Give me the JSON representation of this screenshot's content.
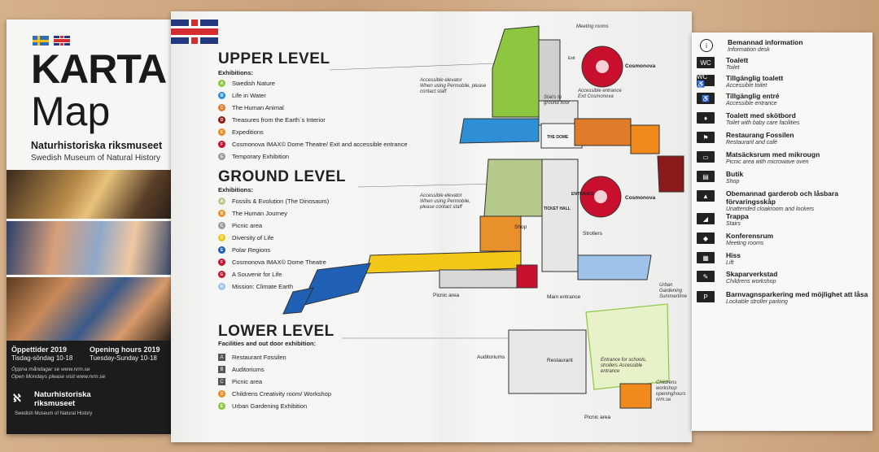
{
  "cover": {
    "title1": "KARTA",
    "title2": "Map",
    "museum_sv": "Naturhistoriska riksmuseet",
    "museum_en": "Swedish Museum of Natural History",
    "hours_sv_title": "Öppettider 2019",
    "hours_sv": "Tisdag-söndag 10-18",
    "hours_en_title": "Opening hours 2019",
    "hours_en": "Tuesday-Sunday 10-18",
    "note_sv": "Öppna måndagar se www.nrm.se",
    "note_en": "Open Mondays please visit www.nrm.se",
    "logo1": "Naturhistoriska",
    "logo2": "riksmuseet",
    "logo3": "Swedish Museum of Natural History"
  },
  "upper": {
    "title": "UPPER LEVEL",
    "sub": "Exhibitions:",
    "items": [
      {
        "code": "A",
        "color": "#8dc63f",
        "label": "Swedish Nature"
      },
      {
        "code": "B",
        "color": "#2e8fd6",
        "label": "Life in Water"
      },
      {
        "code": "C",
        "color": "#e07b2a",
        "label": "The Human Animal"
      },
      {
        "code": "D",
        "color": "#8b1a1a",
        "label": "Treasures from the Earth´s Interior"
      },
      {
        "code": "E",
        "color": "#f08a1c",
        "label": "Expeditions"
      },
      {
        "code": "F",
        "color": "#c8102e",
        "label": "Cosmonova IMAX© Dome Theatre/ Exit and accessible entrance"
      },
      {
        "code": "G",
        "color": "#9a9a9a",
        "label": "Temporary Exhibition"
      }
    ]
  },
  "ground": {
    "title": "GROUND LEVEL",
    "sub": "Exhibitions:",
    "items": [
      {
        "code": "A",
        "color": "#b5c98a",
        "label": "Fossils & Evolution (The Dinosaurs)"
      },
      {
        "code": "B",
        "color": "#e8912a",
        "label": "The Human Journey"
      },
      {
        "code": "C",
        "color": "#9a9a9a",
        "label": "Picnic area"
      },
      {
        "code": "D",
        "color": "#f2c718",
        "label": "Diversity of Life"
      },
      {
        "code": "E",
        "color": "#1f5fb4",
        "label": "Polar Regions"
      },
      {
        "code": "F",
        "color": "#c8102e",
        "label": "Cosmonova IMAX© Dome Theatre"
      },
      {
        "code": "G",
        "color": "#c8102e",
        "label": "A Souvenir for Life"
      },
      {
        "code": "H",
        "color": "#9fc2e8",
        "label": "Mission: Climate Earth"
      }
    ]
  },
  "lower": {
    "title": "LOWER LEVEL",
    "sub": "Facilities and out door exhibition:",
    "items": [
      {
        "code": "A",
        "color": "#9a9a9a",
        "label": "Restaurant Fossilen"
      },
      {
        "code": "B",
        "color": "#9a9a9a",
        "label": "Auditoriums"
      },
      {
        "code": "C",
        "color": "#9a9a9a",
        "label": "Picnic area"
      },
      {
        "code": "D",
        "color": "#f08a1c",
        "label": "Childrens Creativity room/ Workshop"
      },
      {
        "code": "E",
        "color": "#8dc63f",
        "label": "Urban Gardening Exhibition"
      }
    ]
  },
  "map_labels": {
    "meeting_rooms": "Meeting rooms",
    "cosmonova": "Cosmonova",
    "accessible_elevator": "Accessible elevator",
    "permobile": "When using Permobile, please contact staff",
    "accessible_entrance_exit": "Accessible entrance Exit Cosmonova",
    "stairs_ground": "Stairs to ground floor",
    "the_dome": "THE DOME",
    "exit": "Exit",
    "entrance": "ENTRANCE",
    "ticket_hall": "TICKET HALL",
    "shop": "Shop",
    "strollers": "Strollers",
    "picnic_area": "Picnic area",
    "main_entrance": "Main entrance",
    "urban_gardening": "Urban Gardening Summertime",
    "auditoriums": "Auditoriums",
    "restaurant": "Restaurant",
    "school_entrance": "Entrance for schools, strollers Accessible entrance",
    "childrens_workshop": "Childrens workshop openinghours nrm.se"
  },
  "legend": [
    {
      "icon": "information-icon",
      "glyph": "i",
      "round": true,
      "sv": "Bemannad information",
      "en": "Information desk"
    },
    {
      "icon": "toilet-icon",
      "glyph": "WC",
      "sv": "Toalett",
      "en": "Toilet"
    },
    {
      "icon": "accessible-toilet-icon",
      "glyph": "WC♿",
      "sv": "Tillgänglig toalett",
      "en": "Accessible toilet"
    },
    {
      "icon": "accessible-entrance-icon",
      "glyph": "♿",
      "sv": "Tillgänglig entré",
      "en": "Accessible entrance"
    },
    {
      "icon": "baby-care-icon",
      "glyph": "♦",
      "sv": "Toalett med skötbord",
      "en": "Toilet with baby care facilities"
    },
    {
      "icon": "restaurant-icon",
      "glyph": "⚑",
      "sv": "Restaurang Fossilen",
      "en": "Restaurant and café"
    },
    {
      "icon": "microwave-icon",
      "glyph": "▭",
      "sv": "Matsäcksrum med mikrougn",
      "en": "Picnic area with microwave oven"
    },
    {
      "icon": "shop-icon",
      "glyph": "▤",
      "sv": "Butik",
      "en": "Shop"
    },
    {
      "icon": "cloakroom-icon",
      "glyph": "▲",
      "sv": "Obemannad garderob och låsbara förvaringsskåp",
      "en": "Unattended cloakroom and lockers"
    },
    {
      "icon": "stairs-icon",
      "glyph": "◢",
      "sv": "Trappa",
      "en": "Stairs"
    },
    {
      "icon": "meeting-room-icon",
      "glyph": "◆",
      "sv": "Konferensrum",
      "en": "Meeting rooms"
    },
    {
      "icon": "lift-icon",
      "glyph": "▦",
      "sv": "Hiss",
      "en": "Lift"
    },
    {
      "icon": "workshop-icon",
      "glyph": "✎",
      "sv": "Skaparverkstad",
      "en": "Childrens workshop"
    },
    {
      "icon": "stroller-parking-icon",
      "glyph": "P",
      "sv": "Barnvagnsparkering med möjlighet att låsa",
      "en": "Lockable stroller parking"
    }
  ]
}
